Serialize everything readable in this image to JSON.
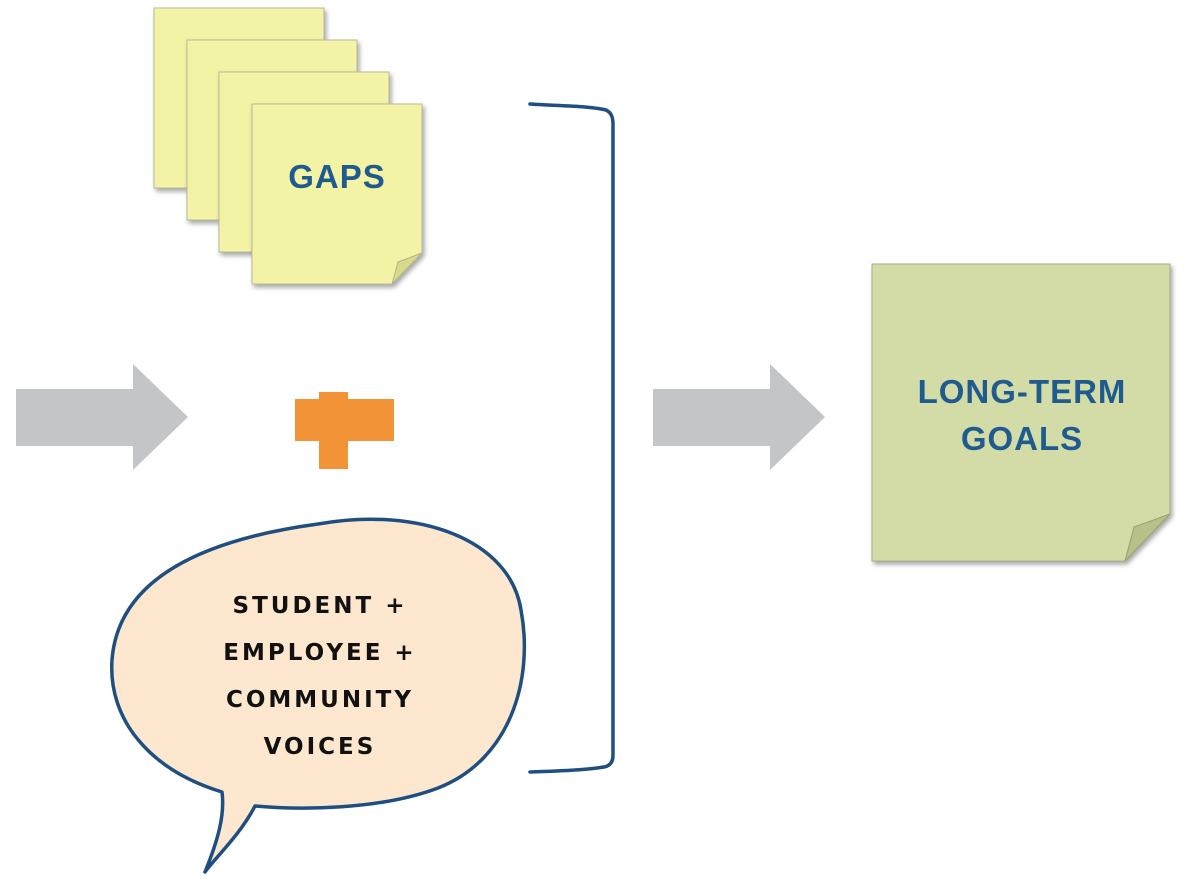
{
  "notes": {
    "gaps_label": "GAPS",
    "goals_line1": "LONG-TERM",
    "goals_line2": "GOALS"
  },
  "speech_bubble": {
    "lines": [
      "STUDENT +",
      "EMPLOYEE +",
      "COMMUNITY",
      "VOICES"
    ]
  },
  "colors": {
    "yellow_note": "#f3f3a5",
    "green_note": "#d3dca7",
    "bubble_fill": "#fde8cf",
    "bracket": "#1f4e80",
    "arrow": "#c3c5c8",
    "plus": "#f29337",
    "text_blue": "#1f5b8e"
  }
}
